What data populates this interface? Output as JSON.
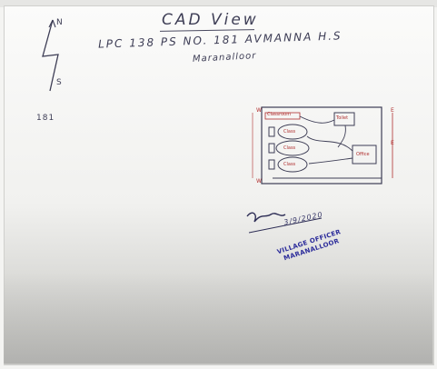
{
  "document": {
    "title": "CAD View",
    "line2": "LPC 138 PS NO. 181 AVMANNA H.S",
    "line3": "Maranalloor",
    "north_label": "N",
    "south_label": "S",
    "survey_number": "181"
  },
  "sketch": {
    "labels": [
      "Classroom",
      "Toilet",
      "Class",
      "Class",
      "Class",
      "Office"
    ],
    "side_marks": [
      "W",
      "E",
      "W",
      "E"
    ]
  },
  "signature": {
    "date": "3/9/2020"
  },
  "stamp": {
    "line1": "VILLAGE OFFICER",
    "line2": "MARANALLOOR"
  },
  "colors": {
    "paper": "#f4f4f2",
    "ink": "#3d3d55",
    "sketch_red": "#b03030",
    "stamp_blue": "#2a2a9a"
  }
}
